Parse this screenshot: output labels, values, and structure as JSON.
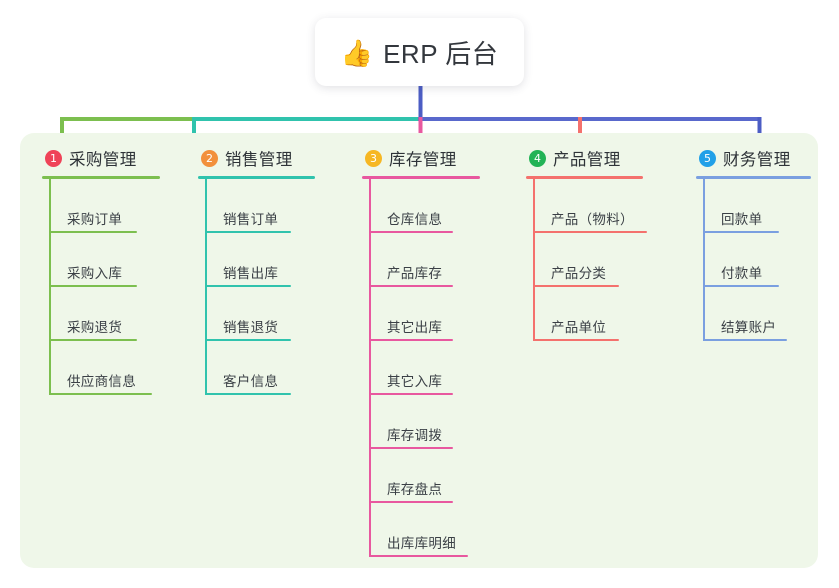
{
  "root": {
    "icon": "thumbs-up-icon",
    "emoji": "👍",
    "title": "ERP 后台"
  },
  "canvas": {
    "background_color": "#eff7e9"
  },
  "branches": [
    {
      "index": "1",
      "title": "采购管理",
      "badge_color": "#ef4358",
      "line_color": "#7cbf4f",
      "items": [
        {
          "label": "采购订单",
          "rule_width": 88
        },
        {
          "label": "采购入库",
          "rule_width": 88
        },
        {
          "label": "采购退货",
          "rule_width": 88
        },
        {
          "label": "供应商信息",
          "rule_width": 103
        }
      ]
    },
    {
      "index": "2",
      "title": "销售管理",
      "badge_color": "#f2903c",
      "line_color": "#30c3ad",
      "items": [
        {
          "label": "销售订单",
          "rule_width": 86
        },
        {
          "label": "销售出库",
          "rule_width": 86
        },
        {
          "label": "销售退货",
          "rule_width": 86
        },
        {
          "label": "客户信息",
          "rule_width": 86
        }
      ]
    },
    {
      "index": "3",
      "title": "库存管理",
      "badge_color": "#f6b723",
      "line_color": "#e8589f",
      "items": [
        {
          "label": "仓库信息",
          "rule_width": 84
        },
        {
          "label": "产品库存",
          "rule_width": 84
        },
        {
          "label": "其它出库",
          "rule_width": 84
        },
        {
          "label": "其它入库",
          "rule_width": 84
        },
        {
          "label": "库存调拨",
          "rule_width": 84
        },
        {
          "label": "库存盘点",
          "rule_width": 84
        },
        {
          "label": "出库库明细",
          "rule_width": 99
        }
      ]
    },
    {
      "index": "4",
      "title": "产品管理",
      "badge_color": "#22b356",
      "line_color": "#f4716d",
      "items": [
        {
          "label": "产品（物料）",
          "rule_width": 114
        },
        {
          "label": "产品分类",
          "rule_width": 86
        },
        {
          "label": "产品单位",
          "rule_width": 86
        }
      ]
    },
    {
      "index": "5",
      "title": "财务管理",
      "badge_color": "#21a0e8",
      "line_color": "#7a9fe0",
      "items": [
        {
          "label": "回款单",
          "rule_width": 76
        },
        {
          "label": "付款单",
          "rule_width": 76
        },
        {
          "label": "结算账户",
          "rule_width": 84
        }
      ]
    }
  ],
  "connectors": {
    "trunk_color": "#4c5dc4",
    "bus_left_color": "#7cbf4f",
    "bus_mid_color": "#30c3ad",
    "bus_right_color": "#5968cc",
    "drop_colors": [
      "#7cbf4f",
      "#30c3ad",
      "#e8589f",
      "#f4716d",
      "#4c5dc4"
    ]
  }
}
